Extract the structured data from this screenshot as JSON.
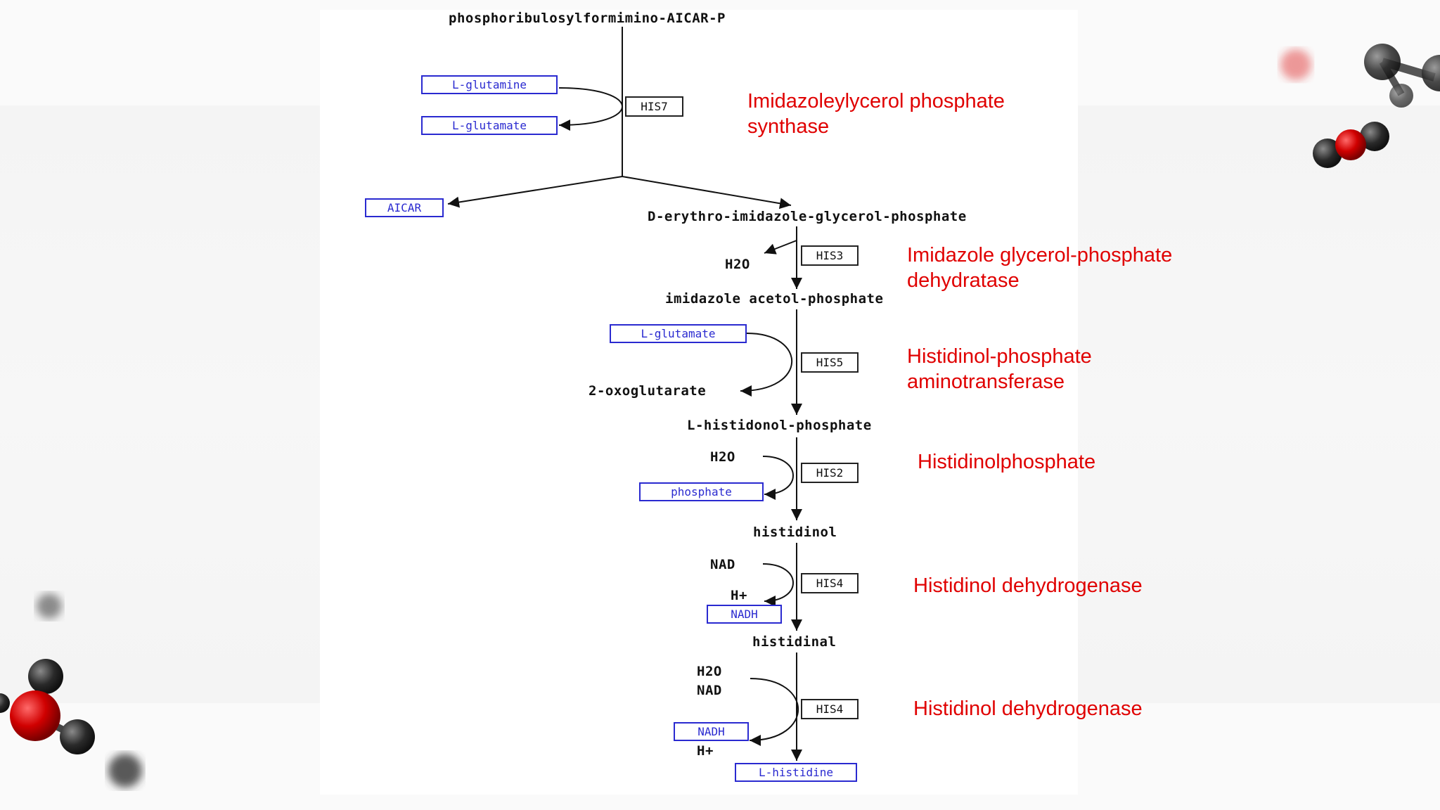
{
  "pathway": {
    "metabolites": {
      "start": "phosphoribulosylformimino-AICAR-P",
      "igp": "D-erythro-imidazole-glycerol-phosphate",
      "iap": "imidazole acetol-phosphate",
      "hp": "L-histidonol-phosphate",
      "histidinol": "histidinol",
      "histidinal": "histidinal"
    },
    "side_compounds": {
      "h2o_1": "H2O",
      "oxoglutarate": "2-oxoglutarate",
      "h2o_2": "H2O",
      "nad_1": "NAD",
      "hplus_1": "H+",
      "h2o_3": "H2O",
      "nad_2": "NAD",
      "hplus_2": "H+"
    },
    "boxed_compounds": {
      "glutamine": "L-glutamine",
      "glutamate_1": "L-glutamate",
      "aicar": "AICAR",
      "glutamate_2": "L-glutamate",
      "phosphate": "phosphate",
      "nadh_1": "NADH",
      "nadh_2": "NADH",
      "histidine": "L-histidine"
    },
    "enzymes": {
      "his7": "HIS7",
      "his3": "HIS3",
      "his5": "HIS5",
      "his2": "HIS2",
      "his4a": "HIS4",
      "his4b": "HIS4"
    },
    "labels": {
      "his7_line1": "Imidazoleylycerol phosphate",
      "his7_line2": "synthase",
      "his3_line1": "Imidazole glycerol-phosphate",
      "his3_line2": "dehydratase",
      "his5_line1": "Histidinol-phosphate",
      "his5_line2": "aminotransferase",
      "his2": "Histidinolphosphate",
      "his4a": "Histidinol dehydrogenase",
      "his4b": "Histidinol dehydrogenase"
    }
  },
  "colors": {
    "label_red": "#e00000",
    "box_blue": "#2a2ad0"
  }
}
